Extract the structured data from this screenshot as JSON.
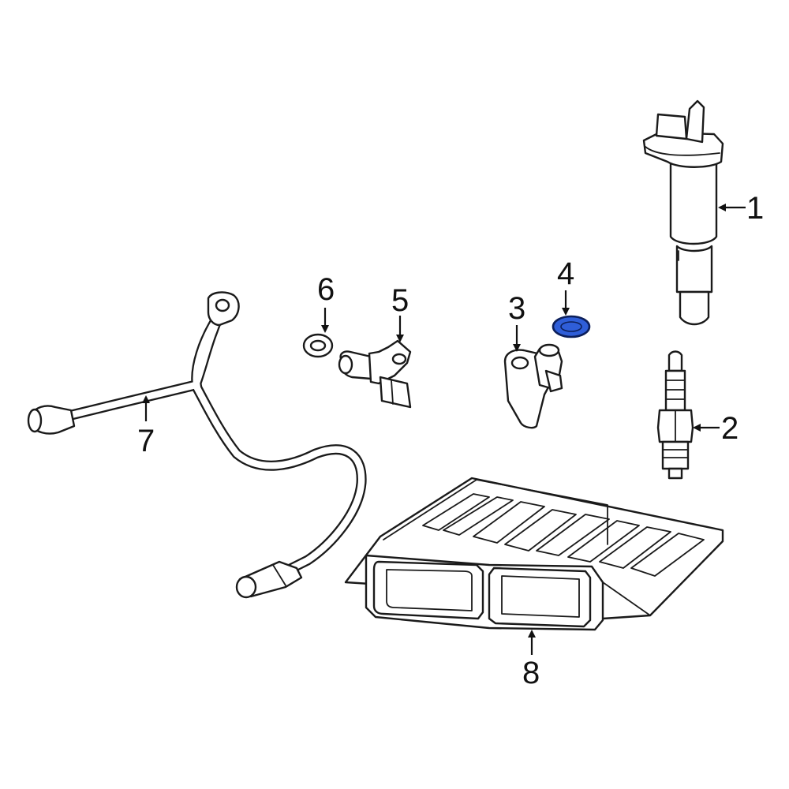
{
  "callouts": {
    "c1": "1",
    "c2": "2",
    "c3": "3",
    "c4": "4",
    "c5": "5",
    "c6": "6",
    "c7": "7",
    "c8": "8"
  },
  "colors": {
    "line": "#1a1a1a",
    "highlight_fill": "#2f5ed8",
    "highlight_stroke": "#0c1f5a",
    "background": "#ffffff"
  }
}
